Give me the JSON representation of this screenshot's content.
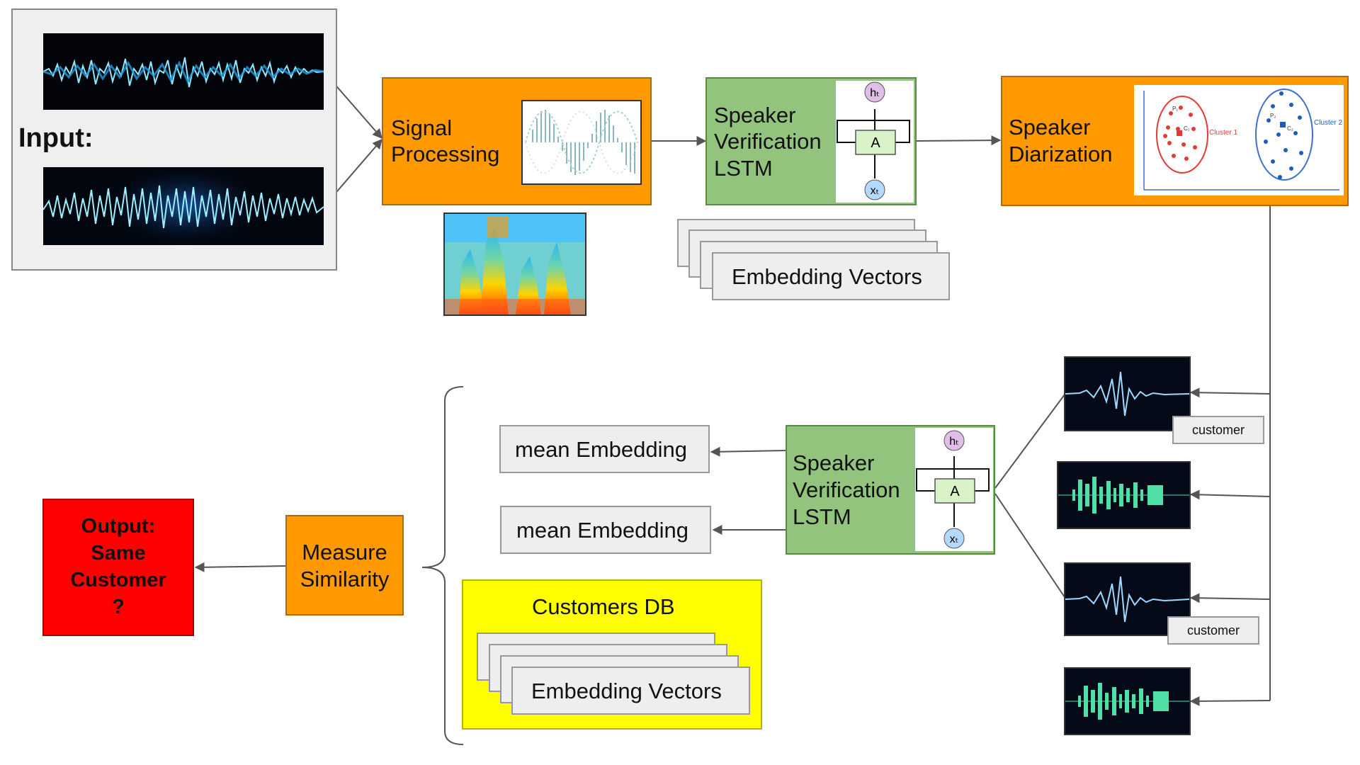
{
  "input": {
    "label": "Input:"
  },
  "signal_processing": {
    "label_line1": "Signal",
    "label_line2": "Processing"
  },
  "lstm_top": {
    "label_line1": "Speaker",
    "label_line2": "Verification",
    "label_line3": "LSTM"
  },
  "lstm_bottom": {
    "label_line1": "Speaker",
    "label_line2": "Verification",
    "label_line3": "LSTM"
  },
  "lstm_cell": {
    "h_label": "hₜ",
    "a_label": "A",
    "x_label": "xₜ"
  },
  "diarization": {
    "label_line1": "Speaker",
    "label_line2": "Diarization",
    "cluster1": "Cluster 1",
    "cluster2": "Cluster 2",
    "c1": "C₁",
    "c2": "C₂",
    "p1": "P₁",
    "p2": "P₂"
  },
  "embedding_top": {
    "label": "Embedding Vectors"
  },
  "mean_embedding_1": {
    "label": "mean Embedding"
  },
  "mean_embedding_2": {
    "label": "mean Embedding"
  },
  "customers_db": {
    "title": "Customers DB",
    "label": "Embedding Vectors"
  },
  "measure": {
    "label_line1": "Measure",
    "label_line2": "Similarity"
  },
  "output": {
    "line1": "Output:",
    "line2": "Same",
    "line3": "Customer",
    "line4": "?"
  },
  "tags": {
    "customer_1": "customer",
    "customer_2": "customer"
  },
  "colors": {
    "orange": "#ff9900",
    "green": "#93c47d",
    "gray": "#eeeeee",
    "yellow": "#ffff00",
    "red": "#ff0000",
    "arrow": "#555555",
    "waveform_blue": "#29b6f6",
    "waveform_green": "#4ee0a6"
  }
}
